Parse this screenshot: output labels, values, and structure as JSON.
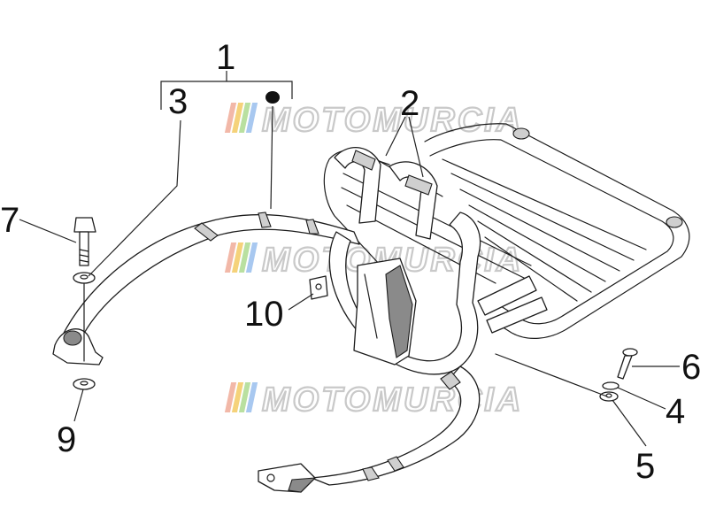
{
  "callouts": [
    {
      "id": "1",
      "label": "1"
    },
    {
      "id": "2",
      "label": "2"
    },
    {
      "id": "3",
      "label": "3"
    },
    {
      "id": "4",
      "label": "4"
    },
    {
      "id": "5",
      "label": "5"
    },
    {
      "id": "6",
      "label": "6"
    },
    {
      "id": "7",
      "label": "7"
    },
    {
      "id": "9",
      "label": "9"
    },
    {
      "id": "10",
      "label": "10"
    }
  ],
  "watermark": {
    "text": "MOTOMURCIA",
    "stripe_colors": [
      "#f2b8a8",
      "#f5d27a",
      "#b9e0a0",
      "#a8c8f0"
    ]
  },
  "colors": {
    "line": "#1c1c1c",
    "label": "#111111",
    "watermark_outline": "#c9c9c9"
  }
}
